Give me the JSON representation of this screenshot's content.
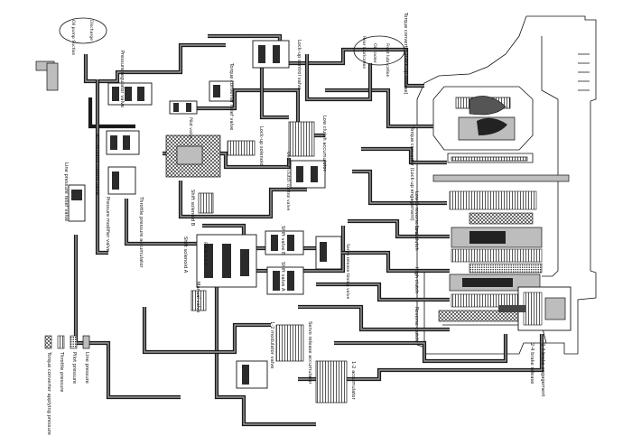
{
  "labels": {
    "oil_pump_suction": "Oil pump Suction",
    "discharge": "Discharge",
    "pressure_regulator_valve": "Pressure regulator valve",
    "torque_converter_relief_valve": "Torque converter relief valve",
    "pilot_valve": "Pilot valve",
    "lock_up_control_valve": "Lock-up control valve",
    "lock_up_solenoid": "Lock-up solenoid",
    "accumulator_control_valve": "Accumulator control valve",
    "pressure_modifier_valve": "Pressure modifier valve",
    "throttle_pressure_accumulator": "Throttle pressure accumulator",
    "line_pressure_relief_valve": "Line pressure relief valve",
    "shift_solenoid_b": "Shift solenoid B",
    "shift_solenoid_a": "Shift solenoid A",
    "manual_valve": "Manual valve",
    "manual_positions": "P R N D 2 1",
    "shift_valve_a": "Shift valve A",
    "shift_valve_b": "Shift valve B",
    "overrun_clutch_control_valve": "Overrun clutch control valve",
    "low_clutch_accumulator": "Low clutch accumulator",
    "one_two_modulator_valve": "1-2 modulator valve",
    "servo_release_accumulator": "Servo release accumulator",
    "one_two_accumulator": "1-2 accumulator",
    "servo_release_timing_valve": "Servo release timing valve",
    "rear_lubrication": "Rear lubrication",
    "oil_cooler": "Oil cooler",
    "front_lubrication": "Front lubrication",
    "torque_converter_lockup_release": "Torque converter (Lock-up release)",
    "torque_converter_lockup_engagement": "Torque converter (Lock-up engagement)",
    "low_reverse_brake": "Low & reverse brake",
    "low_clutch": "Low clutch",
    "high_clutch": "High clutch",
    "reverse_clutch": "Reverse clutch",
    "brake_engagement_24": "2-4 brake engagement",
    "brake_release_24": "2-4 brake release"
  },
  "legend": {
    "line_pressure": "Line pressure",
    "pilot_pressure": "Pilot pressure",
    "throttle_pressure": "Throttle pressure",
    "torque_converter_applying": "Torque converter applying pressure"
  }
}
